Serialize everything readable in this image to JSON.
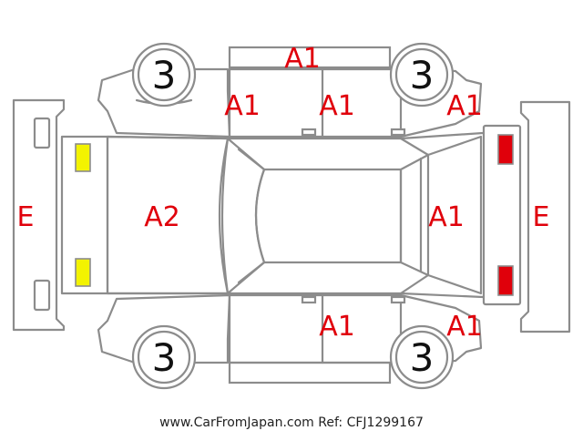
{
  "diagram": {
    "colors": {
      "outline": "#8c8c8c",
      "damage_code": "#e0000b",
      "front_lamps": "#f3f300",
      "rear_lamps": "#e0000b"
    },
    "bumper_codes": {
      "front": "E",
      "rear": "E"
    },
    "hood_code": "A2",
    "roof_top_code": "A1",
    "top_side": {
      "front_door_code": "A1",
      "rear_door_code": "A1",
      "rear_fender_code": "A1"
    },
    "bottom_side": {
      "rear_door_code": "A1",
      "rear_fender_code": "A1"
    },
    "rear_window_code": "A1",
    "wheels": {
      "front_top": "3",
      "rear_top": "3",
      "front_bottom": "3",
      "rear_bottom": "3"
    }
  },
  "credit": "www.CarFromJapan.com Ref: CFJ1299167"
}
